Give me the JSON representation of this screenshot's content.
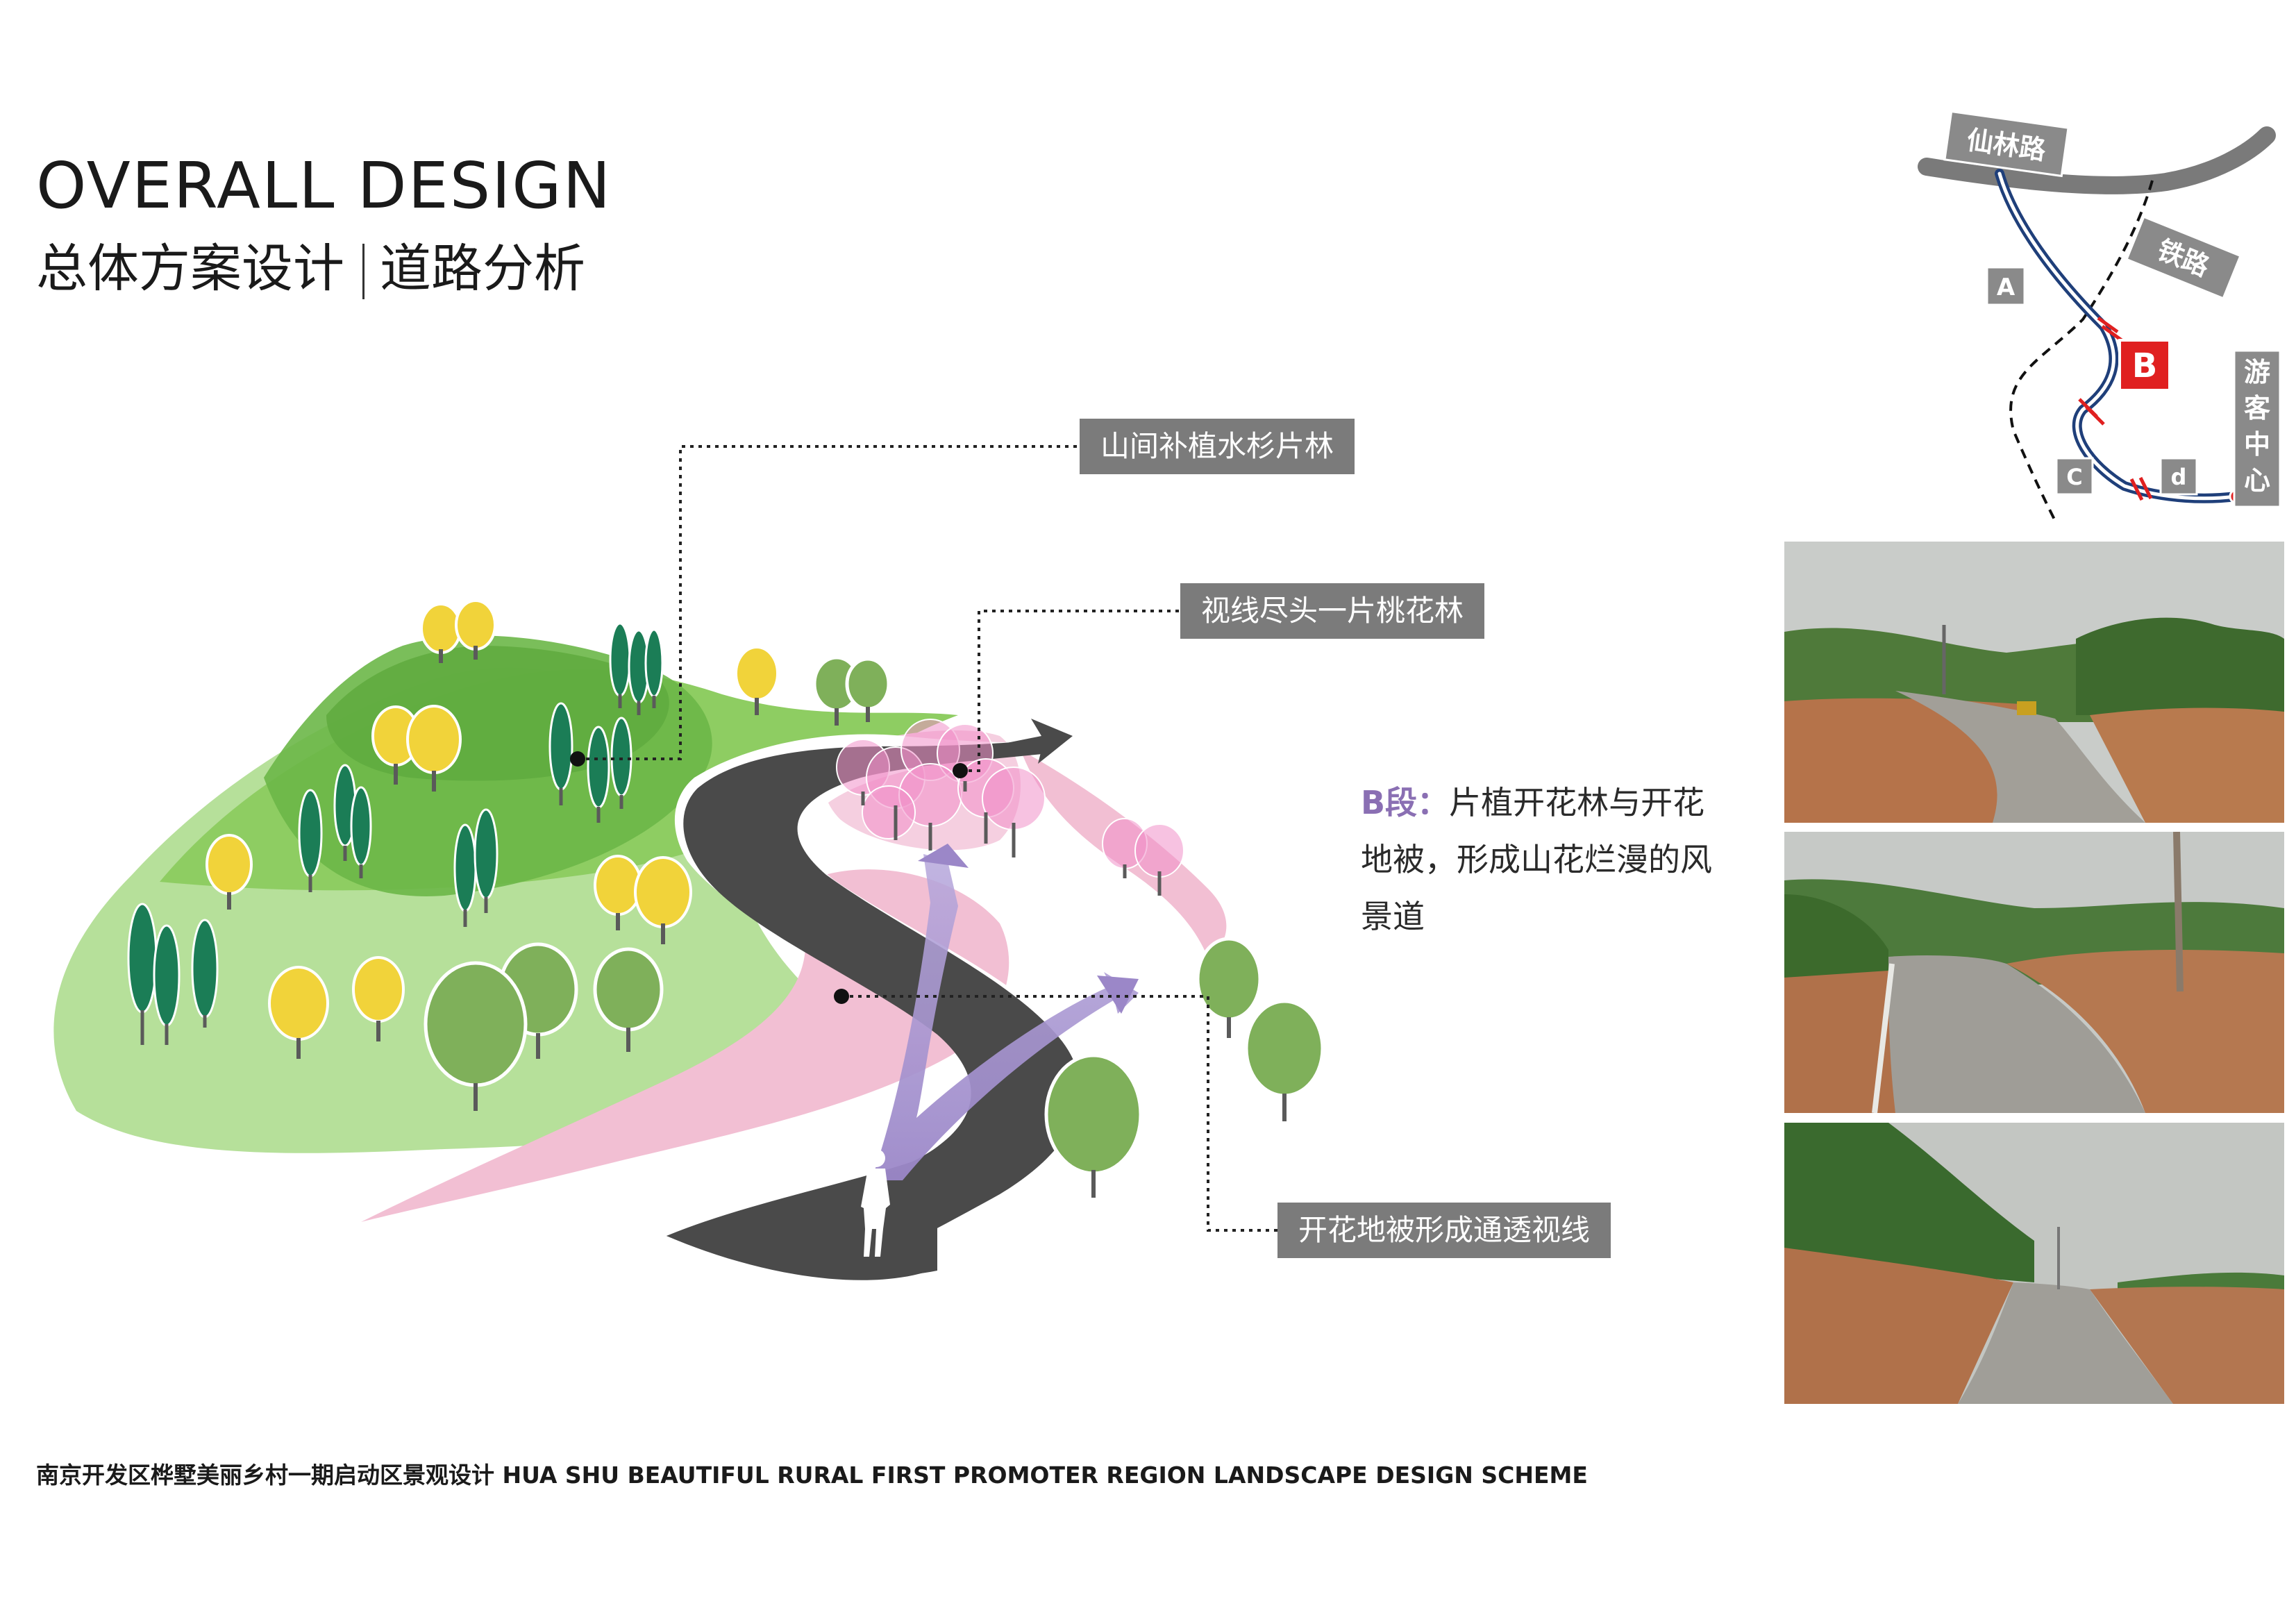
{
  "header": {
    "title_en": "OVERALL DESIGN",
    "title_cn_1": "总体方案设计",
    "title_cn_2": "道路分析"
  },
  "callouts": {
    "metasequoia": "山间补植水杉片林",
    "peach": "视线尽头一片桃花林",
    "groundcover": "开花地被形成通透视线"
  },
  "description": {
    "head": "B段：",
    "body": "片植开花林与开花地被，形成山花烂漫的风景道"
  },
  "locator_map": {
    "road": "仙林路",
    "rail": "铁路",
    "sections": [
      "A",
      "B",
      "C",
      "d"
    ],
    "visitor_center": "游客中心"
  },
  "footer": {
    "text": "南京开发区桦墅美丽乡村一期启动区景观设计 HUA SHU BEAUTIFUL RURAL FIRST PROMOTER REGION LANDSCAPE DESIGN SCHEME"
  },
  "colors": {
    "label_bg": "#7b7b7b",
    "accent_purple": "#8a6fb3",
    "road": "#4a4a4a",
    "hill_light": "#b6e09a",
    "hill_mid": "#8ecd62",
    "hill_dark": "#6bb748",
    "pink": "#f2bfd3",
    "section_b": "#e02020"
  }
}
